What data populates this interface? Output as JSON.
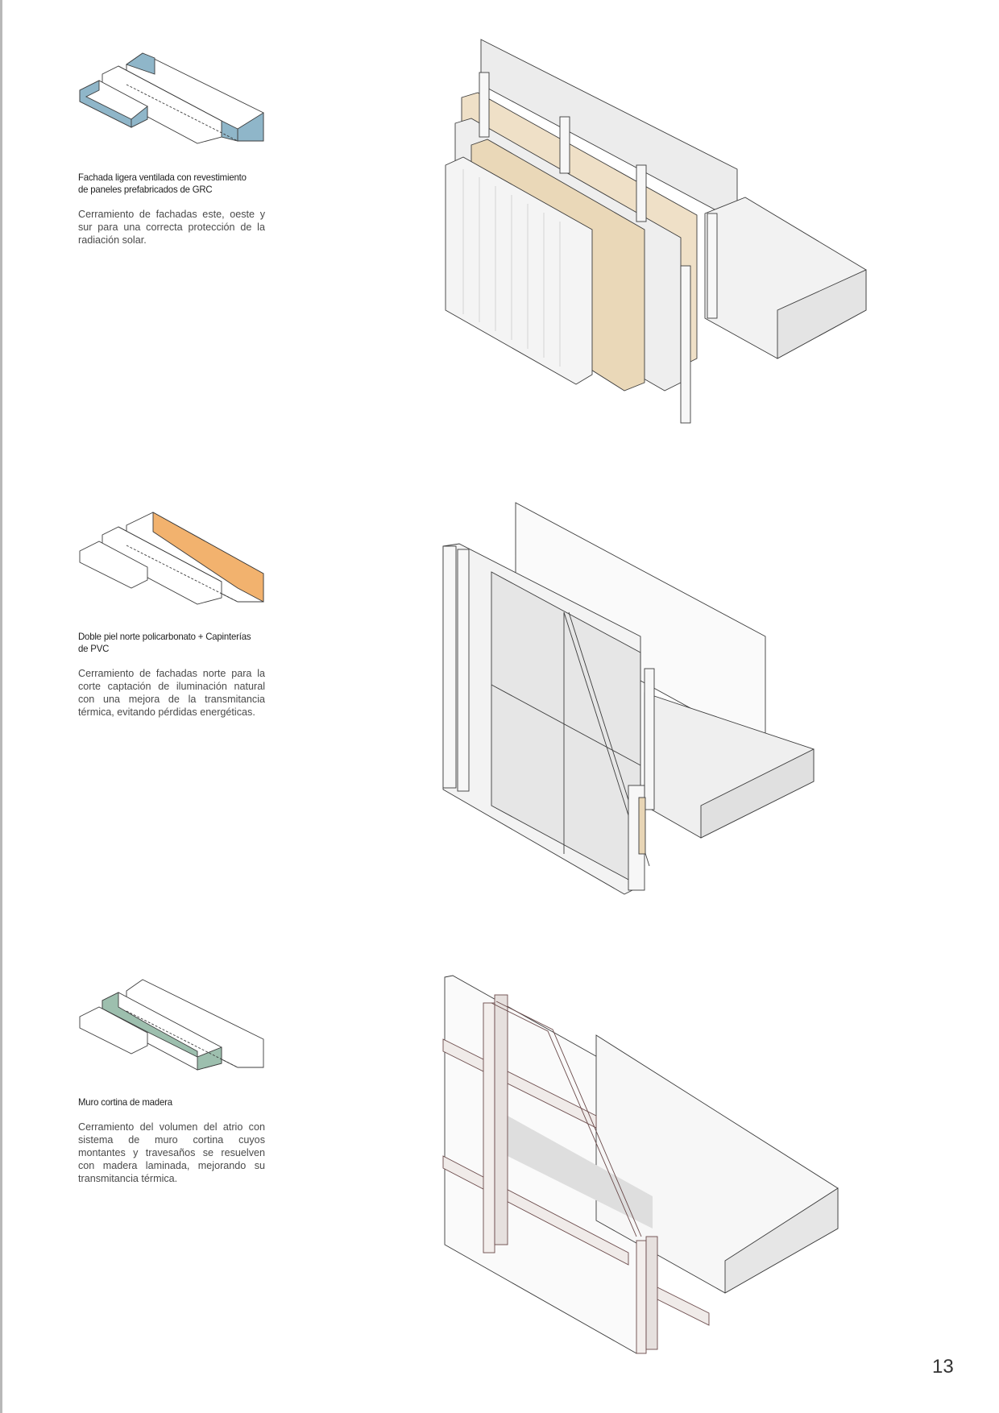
{
  "page": {
    "page_number": "13",
    "colors": {
      "grc_highlight": "#8fb6c9",
      "north_highlight": "#f2b26e",
      "atrium_highlight": "#9dbfae",
      "insulation": "#efe0c7",
      "wood": "#e8d5b5",
      "concrete": "#e9e9e9",
      "line": "#3c3c3c"
    }
  },
  "sections": [
    {
      "thumbnail_icon": "building-volume-east-west-south-facades-highlighted",
      "title": "Fachada ligera ventilada con revestimiento de paneles prefabricados de GRC",
      "body": "Cerramiento de fachadas este, oeste y sur para una correcta protección de la radiación solar.",
      "drawing": "axonometric-ventilated-facade-grc-panels"
    },
    {
      "thumbnail_icon": "building-volume-north-facade-highlighted",
      "title": "Doble piel norte policarbonato + Capinterías de PVC",
      "body": "Cerramiento de fachadas norte para la corte captación de iluminación natural con una mejora de la transmitancia térmica, evitando pérdidas energéticas.",
      "drawing": "axonometric-double-skin-polycarbonate-pvc"
    },
    {
      "thumbnail_icon": "building-volume-atrium-highlighted",
      "title": "Muro cortina de madera",
      "body": "Cerramiento del volumen del atrio con sistema de muro cortina cuyos montantes y travesaños se resuelven con madera laminada, mejorando su transmitancia térmica.",
      "drawing": "axonometric-timber-curtain-wall"
    }
  ]
}
